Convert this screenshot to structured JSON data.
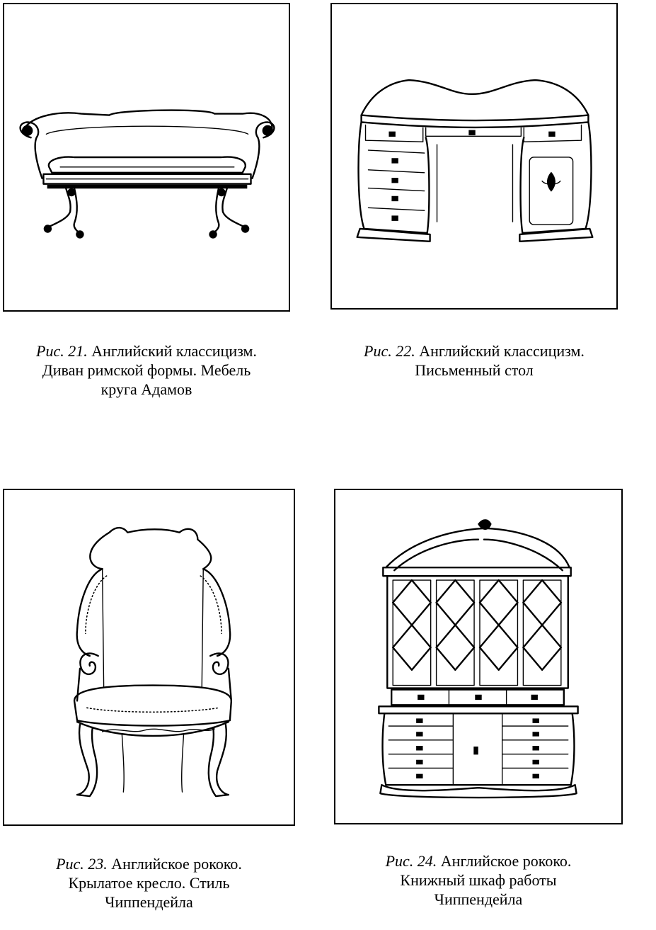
{
  "figures": [
    {
      "label": "Рис. 21.",
      "lines": [
        "Английский классицизм.",
        "Диван римской формы. Мебель",
        "круга Адамов"
      ],
      "icon": "roman-sofa-icon"
    },
    {
      "label": "Рис. 22.",
      "lines": [
        "Английский классицизм.",
        "Письменный стол"
      ],
      "icon": "writing-desk-icon"
    },
    {
      "label": "Рис. 23.",
      "lines": [
        "Английское рококо.",
        "Крылатое кресло. Стиль",
        "Чиппендейла"
      ],
      "icon": "wing-chair-icon"
    },
    {
      "label": "Рис. 24.",
      "lines": [
        "Английское рококо.",
        "Книжный шкаф работы",
        "Чиппендейла"
      ],
      "icon": "bookcase-icon"
    }
  ]
}
